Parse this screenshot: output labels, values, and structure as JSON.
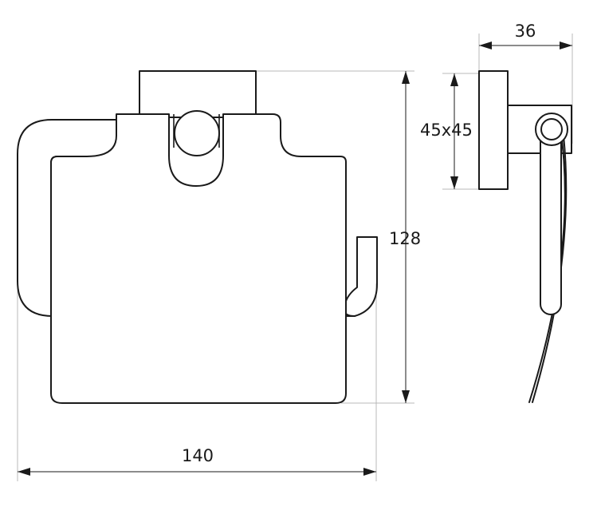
{
  "dimensions": {
    "width": "140",
    "height": "128",
    "depth": "36",
    "plate": "45x45"
  }
}
